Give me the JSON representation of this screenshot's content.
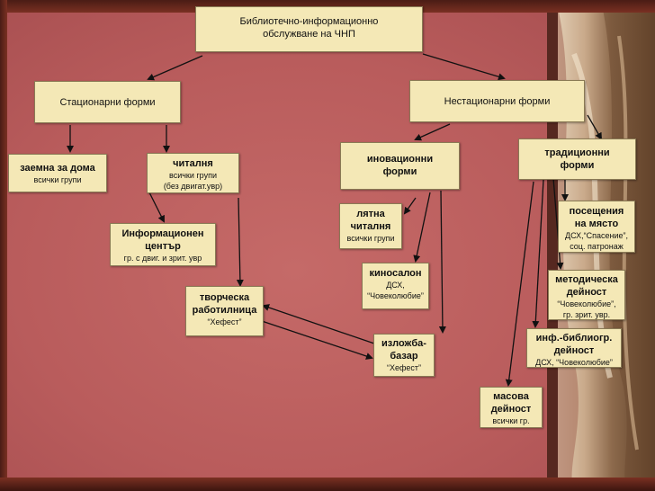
{
  "diagram": {
    "root": {
      "line1": "Библиотечно-информационно",
      "line2": "обслужване на ЧНП"
    },
    "stationary": {
      "label": "Стационарни форми"
    },
    "nonstationary": {
      "label": "Нестационарни форми"
    },
    "loan": {
      "title": "заемна за дома",
      "sub": "всички групи"
    },
    "reading": {
      "title": "читалня",
      "sub1": "всички групи",
      "sub2": "(без двигат.увр)"
    },
    "info_center": {
      "line1": "Информационен",
      "line2": "център",
      "sub": "гр. с двиг.  и зрит. увр"
    },
    "workshop": {
      "line1": "творческа",
      "line2": "работилница",
      "sub": "“Хефест”"
    },
    "innovative": {
      "line1": "иновационни",
      "line2": "форми"
    },
    "traditional": {
      "line1": "традиционни",
      "line2": "форми"
    },
    "summer": {
      "line1": "лятна",
      "line2": "читалня",
      "sub": "всички групи"
    },
    "cinema": {
      "title": "киносалон",
      "sub1": "ДСХ,",
      "sub2": "“Човеколюбие”"
    },
    "exhibit": {
      "line1": "изложба-",
      "line2": "базар",
      "sub": "“Хефест”"
    },
    "visits": {
      "line1": "посещения",
      "line2": "на място",
      "sub1": "ДСХ,“Спасение”,",
      "sub2": "соц. патронаж"
    },
    "methodical": {
      "line1": "методическа",
      "line2": "дейност",
      "sub1": "“Човеколюбие”,",
      "sub2": "гр. зрит. увр."
    },
    "infobib": {
      "line1": "инф.-библиогр.",
      "line2": "дейност",
      "sub": "ДСХ, “Човеколюбие”"
    },
    "mass": {
      "line1": "масова",
      "line2": "дейност",
      "sub": "всички гр."
    }
  }
}
